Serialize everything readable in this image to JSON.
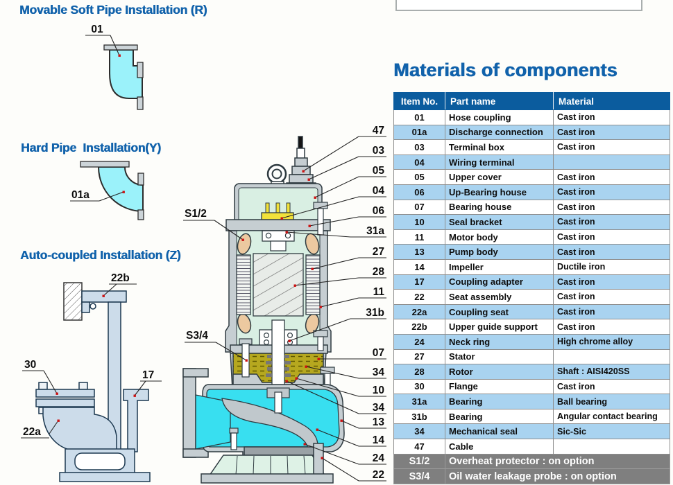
{
  "colors": {
    "accent_blue": "#1162ab",
    "table_header_bg": "#0b5c9e",
    "row_alt_bg": "#a9d3f0",
    "option_row_bg": "#7f7f7f",
    "pipe_cyan": "#9bf2fa",
    "volute_cyan": "#38dff0",
    "mint": "#d9efe3",
    "oil_yellow": "#b6a81f",
    "coil_tan": "#ecc9a0",
    "steel_blue": "#ccdcea",
    "leader_dot_red": "#cc1111"
  },
  "sections": {
    "movable": {
      "title": "Movable Soft Pipe Installation (R)",
      "label": "01"
    },
    "hard": {
      "title": "Hard Pipe  Installation(Y)",
      "label": "01a"
    },
    "auto": {
      "title": "Auto-coupled Installation (Z)",
      "labels": {
        "bracket": "22b",
        "flange": "30",
        "claw": "17",
        "seat": "22a"
      }
    }
  },
  "pump": {
    "left": {
      "s12": "S1/2",
      "s34": "S3/4"
    },
    "right": [
      "47",
      "03",
      "05",
      "04",
      "06",
      "31a",
      "27",
      "28",
      "11",
      "31b",
      "07",
      "34",
      "10",
      "34",
      "13",
      "14",
      "24",
      "22"
    ]
  },
  "materials": {
    "title": "Materials of components",
    "columns": [
      "Item No.",
      "Part name",
      "Material"
    ],
    "rows": [
      {
        "item": "01",
        "part": "Hose coupling",
        "material": "Cast iron"
      },
      {
        "item": "01a",
        "part": "Discharge connection",
        "material": "Cast iron"
      },
      {
        "item": "03",
        "part": "Terminal box",
        "material": "Cast iron"
      },
      {
        "item": "04",
        "part": "Wiring terminal",
        "material": ""
      },
      {
        "item": "05",
        "part": "Upper cover",
        "material": "Cast iron"
      },
      {
        "item": "06",
        "part": "Up-Bearing house",
        "material": "Cast iron"
      },
      {
        "item": "07",
        "part": "Bearing house",
        "material": "Cast iron"
      },
      {
        "item": "10",
        "part": "Seal bracket",
        "material": "Cast iron"
      },
      {
        "item": "11",
        "part": "Motor body",
        "material": "Cast iron"
      },
      {
        "item": "13",
        "part": "Pump body",
        "material": "Cast iron"
      },
      {
        "item": "14",
        "part": "Impeller",
        "material": "Ductile iron"
      },
      {
        "item": "17",
        "part": "Coupling adapter",
        "material": "Cast iron"
      },
      {
        "item": "22",
        "part": "Seat assembly",
        "material": "Cast iron"
      },
      {
        "item": "22a",
        "part": "Coupling seat",
        "material": "Cast iron"
      },
      {
        "item": "22b",
        "part": "Upper guide support",
        "material": "Cast iron"
      },
      {
        "item": "24",
        "part": "Neck ring",
        "material": "High chrome alloy"
      },
      {
        "item": "27",
        "part": "Stator",
        "material": ""
      },
      {
        "item": "28",
        "part": "Rotor",
        "material": "Shaft : AISI420SS"
      },
      {
        "item": "30",
        "part": "Flange",
        "material": "Cast iron"
      },
      {
        "item": "31a",
        "part": "Bearing",
        "material": "Ball bearing"
      },
      {
        "item": "31b",
        "part": "Bearing",
        "material": "Angular contact bearing"
      },
      {
        "item": "34",
        "part": "Mechanical seal",
        "material": "Sic-Sic"
      },
      {
        "item": "47",
        "part": "Cable",
        "material": ""
      }
    ],
    "options": [
      {
        "item": "S1/2",
        "text": "Overheat protector : on option"
      },
      {
        "item": "S3/4",
        "text": "Oil water leakage probe : on option"
      }
    ]
  }
}
